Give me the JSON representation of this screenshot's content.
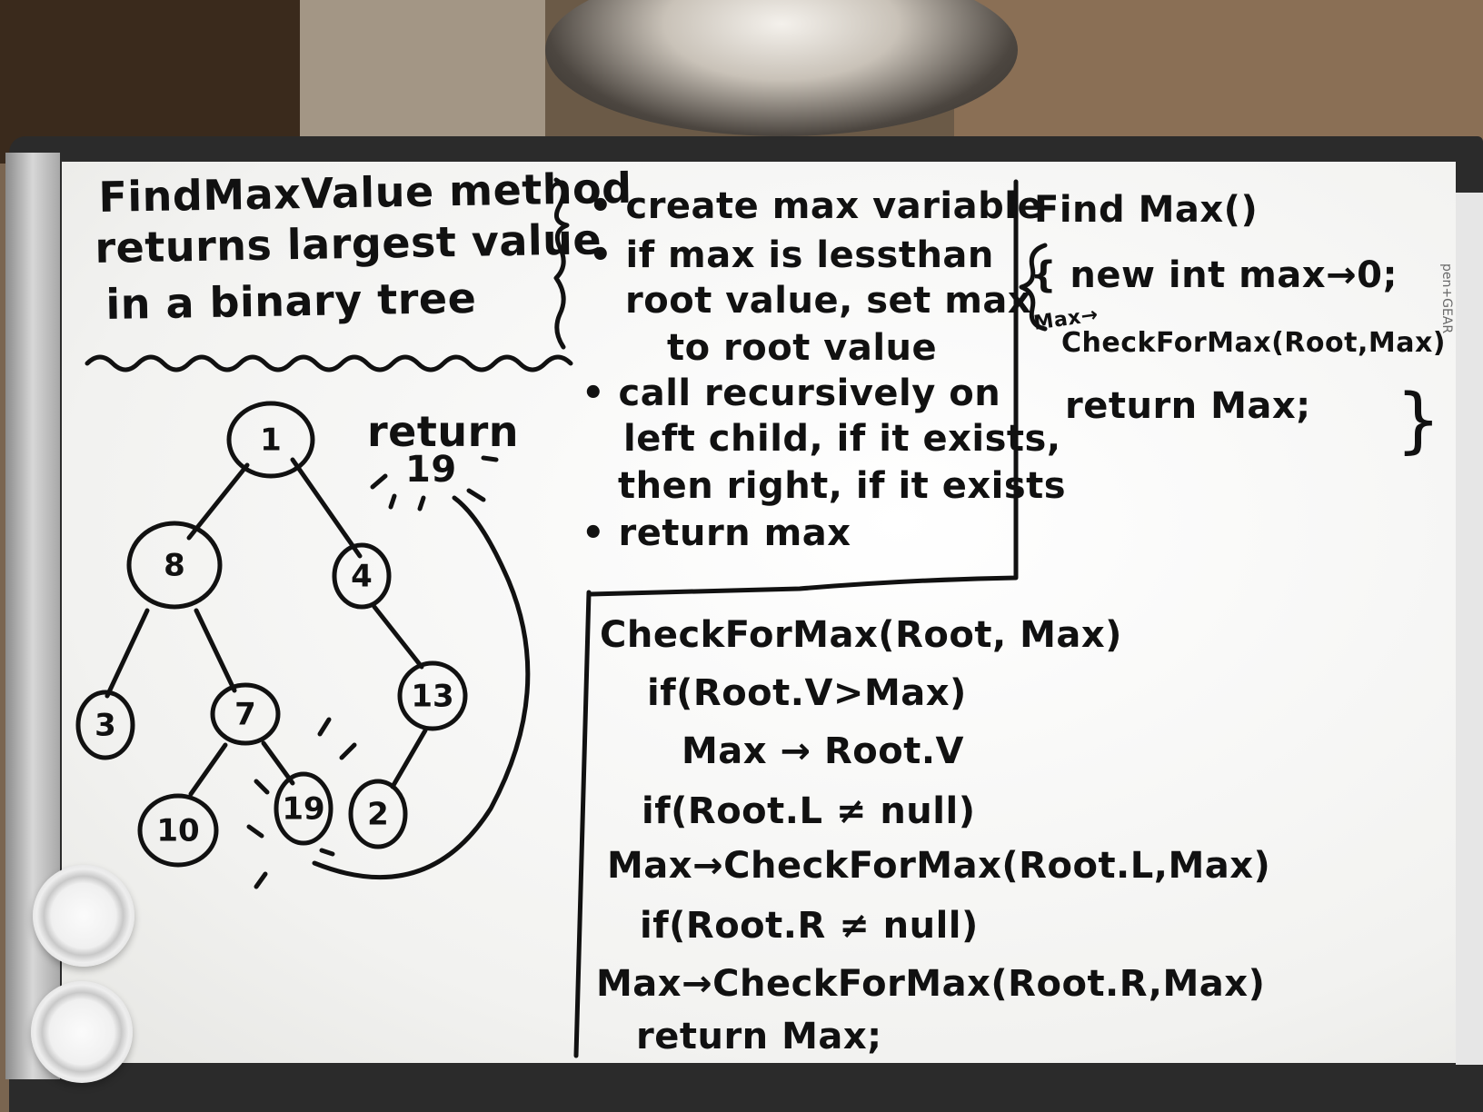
{
  "title_block": {
    "line1": "FindMaxValue method",
    "line2": "returns largest value",
    "line3": "in a binary tree"
  },
  "steps": [
    "• create max variable",
    "• if max is lessthan",
    "root value, set max",
    "to root value",
    "• call recursively on",
    "left child, if it exists,",
    "then right, if it exists",
    "• return max"
  ],
  "findmax_code": {
    "signature": "Find Max()",
    "line1": "{ new int max→0;",
    "prefix": "Max→",
    "line2": "CheckForMax(Root,Max)",
    "line3": "return Max;",
    "close": "}"
  },
  "check_code": [
    "CheckForMax(Root, Max)",
    "if(Root.V>Max)",
    "Max → Root.V",
    "if(Root.L ≠ null)",
    "Max→CheckForMax(Root.L,Max)",
    "if(Root.R ≠ null)",
    "Max→CheckForMax(Root.R,Max)",
    "return Max;"
  ],
  "tree": {
    "nodes": [
      "1",
      "8",
      "4",
      "3",
      "7",
      "13",
      "10",
      "19",
      "2"
    ],
    "annotation_line1": "return",
    "annotation_line2": "19"
  },
  "brand_text": "pen+GEAR",
  "colors": {
    "ink": "#111111",
    "board": "#f6f6f4",
    "frame": "#2b2b2b"
  }
}
